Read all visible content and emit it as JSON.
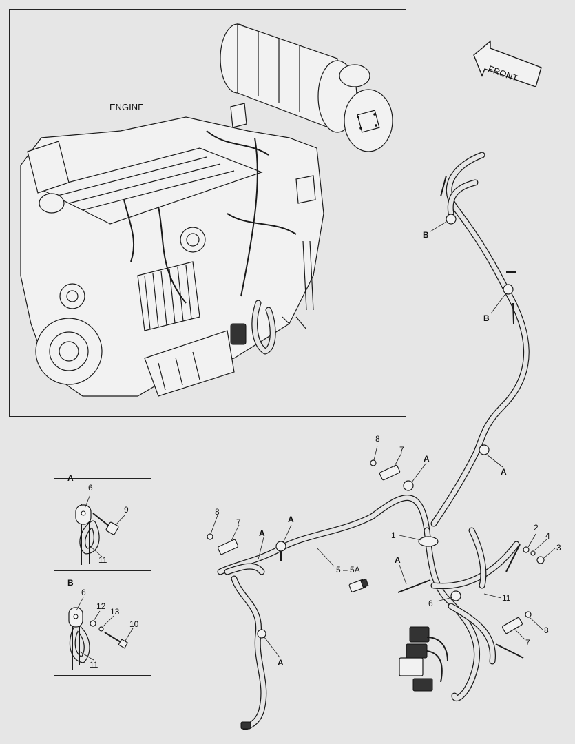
{
  "engine_panel": {
    "title": "ENGINE"
  },
  "front_arrow": {
    "label": "FRONT"
  },
  "detail_a": {
    "title": "A",
    "callouts": {
      "c6": "6",
      "c9": "9",
      "c11": "11"
    }
  },
  "detail_b": {
    "title": "B",
    "callouts": {
      "c6": "6",
      "c12": "12",
      "c13": "13",
      "c10": "10",
      "c11": "11"
    }
  },
  "main": {
    "letters": {
      "b1": "B",
      "b2": "B",
      "a1": "A",
      "a2": "A",
      "a3": "A",
      "a4": "A",
      "a5": "A",
      "a6": "A"
    },
    "callouts": {
      "c8a": "8",
      "c7a": "7",
      "c8b": "8",
      "c7b": "7",
      "c1": "1",
      "c5": "5 – 5A",
      "c2": "2",
      "c4": "4",
      "c3": "3",
      "c6": "6",
      "c11": "11",
      "c8c": "8",
      "c7c": "7"
    }
  }
}
